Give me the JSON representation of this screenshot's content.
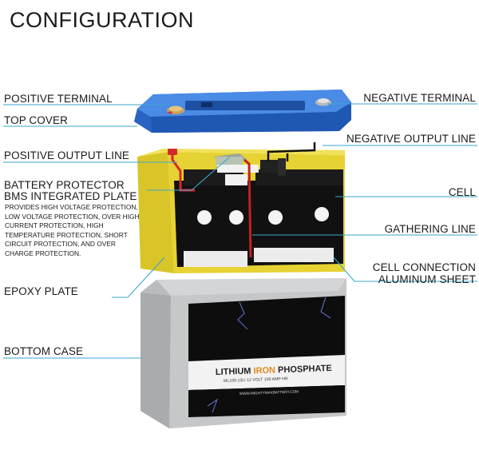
{
  "title": "CONFIGURATION",
  "labels": {
    "positive_terminal": "POSITIVE TERMINAL",
    "negative_terminal": "NEGATIVE TERMINAL",
    "top_cover": "TOP COVER",
    "negative_output_line": "NEGATIVE OUTPUT LINE",
    "positive_output_line": "POSITIVE OUTPUT LINE",
    "battery_protector_line1": "BATTERY PROTECTOR",
    "battery_protector_line2": "BMS INTEGRATED PLATE",
    "battery_protector_desc": "PROVIDES HIGH VOLTAGE PROTECTION, LOW VOLTAGE PROTECTION, OVER HIGH CURRENT PROTECTION, HIGH TEMPERATURE PROTECTION, SHORT CIRCUIT PROTECTION, AND OVER CHARGE PROTECTION.",
    "cell": "CELL",
    "gathering_line": "GATHERING LINE",
    "cell_connection_line1": "CELL CONNECTION",
    "cell_connection_line2": "ALUMINUM SHEET",
    "epoxy_plate": "EPOXY PLATE",
    "bottom_case": "BOTTOM CASE"
  },
  "product_label": {
    "word1": "LITHIUM",
    "word2": "IRON",
    "word3": "PHOSPHATE",
    "model": "ML100-12LI 12 VOLT 100 AMP HR",
    "website": "WWW.MIGHTYMAXBATTERY.COM"
  },
  "colors": {
    "leader_line": "#3aa6cf",
    "top_cover": "#2f6fd1",
    "epoxy_plate": "#e6d232",
    "cell_block": "#111111",
    "positive_wire": "#d42a2a",
    "case": "#bfc1c3",
    "iron_highlight": "#e08a1e"
  }
}
